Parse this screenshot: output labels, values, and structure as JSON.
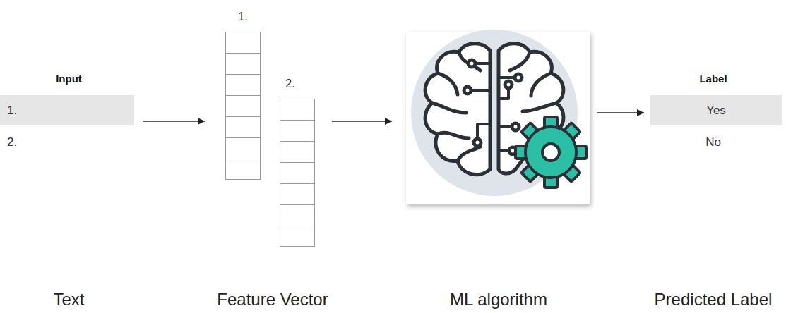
{
  "diagram": {
    "nodes": [
      {
        "text": [
          "Input",
          "Text"
        ]
      },
      {
        "text": [
          "1."
        ],
        "in": 0
      },
      {
        "text": [
          "2."
        ],
        "in": 0
      },
      {
        "text": [
          "Feature Vector"
        ]
      },
      {
        "text": [
          "1."
        ],
        "in": 3
      },
      {
        "text": [
          "2."
        ],
        "in": 3
      },
      {
        "text": [
          "ML algorithm"
        ]
      },
      {
        "text": [
          "Label",
          "Predicted Label"
        ]
      },
      {
        "text": [
          "Yes"
        ],
        "in": 7
      },
      {
        "text": [
          "No"
        ],
        "in": 7
      }
    ],
    "edges": [
      {
        "from": 0,
        "to": 3,
        "arrow": "to"
      },
      {
        "from": 3,
        "to": 6,
        "arrow": "to"
      },
      {
        "from": 6,
        "to": 7,
        "arrow": "to"
      }
    ]
  }
}
